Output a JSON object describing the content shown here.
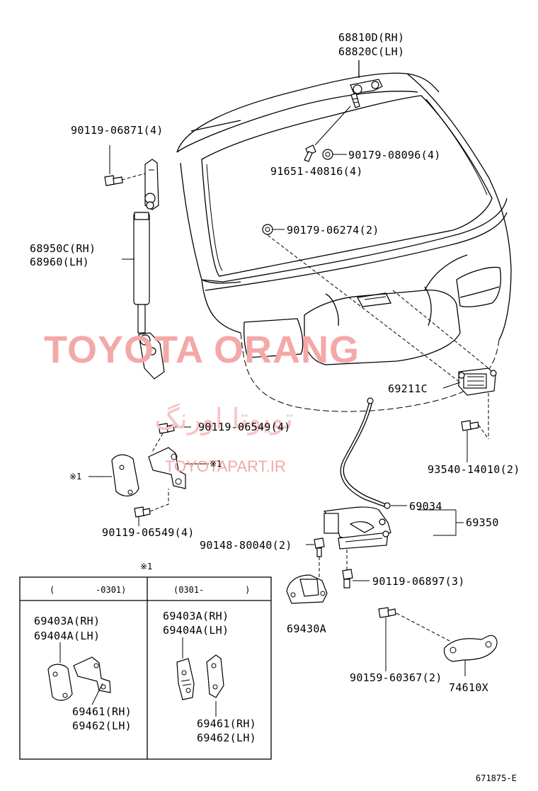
{
  "watermark": {
    "brand": "TOYOTA ORANG",
    "persian": "تویوتا اورنگ",
    "url": "TOYOTAPART.IR"
  },
  "labels": {
    "top_hinge_rh": "68810D(RH)",
    "top_hinge_lh": "68820C(LH)",
    "bolt_hinge": "90119-06871(4)",
    "nut_top": "90179-08096(4)",
    "stud_top": "91651-40816(4)",
    "nut_mid": "90179-06274(2)",
    "strut_rh": "68950C(RH)",
    "strut_lh": "68960(LH)",
    "lock_cyl": "69211C",
    "bolt_upper": "90119-06549(4)",
    "bolt_lower": "90119-06549(4)",
    "mark_left": "※1",
    "mark_right": "※1",
    "screw_right": "93540-14010(2)",
    "cable": "69034",
    "lock_assy": "69350",
    "bolt_lock": "90148-80040(2)",
    "bolt_striker": "90119-06897(3)",
    "striker": "69430A",
    "screw_handle": "90159-60367(2)",
    "handle": "74610X",
    "inset_mark": "※1",
    "figure_id": "671875-E"
  },
  "inset": {
    "col1_header": "(        -0301)",
    "col2_header": "(0301-        )",
    "col1_top_rh": "69403A(RH)",
    "col1_top_lh": "69404A(LH)",
    "col1_bottom_rh": "69461(RH)",
    "col1_bottom_lh": "69462(LH)",
    "col2_top_rh": "69403A(RH)",
    "col2_top_lh": "69404A(LH)",
    "col2_bottom_rh": "69461(RH)",
    "col2_bottom_lh": "69462(LH)"
  }
}
